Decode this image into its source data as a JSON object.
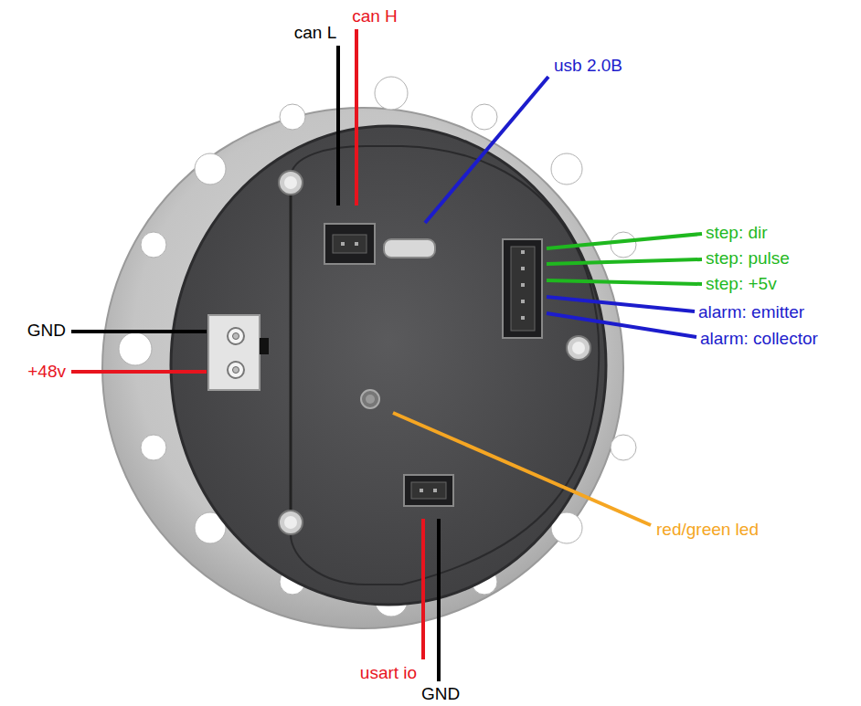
{
  "diagram": {
    "labels": [
      "can L",
      "can H",
      "usb 2.0B",
      "step: dir",
      "step: pulse",
      "step: +5v",
      "alarm: emitter",
      "alarm: collector",
      "GND",
      "+48v",
      "red/green led",
      "usart io",
      "GND"
    ]
  }
}
